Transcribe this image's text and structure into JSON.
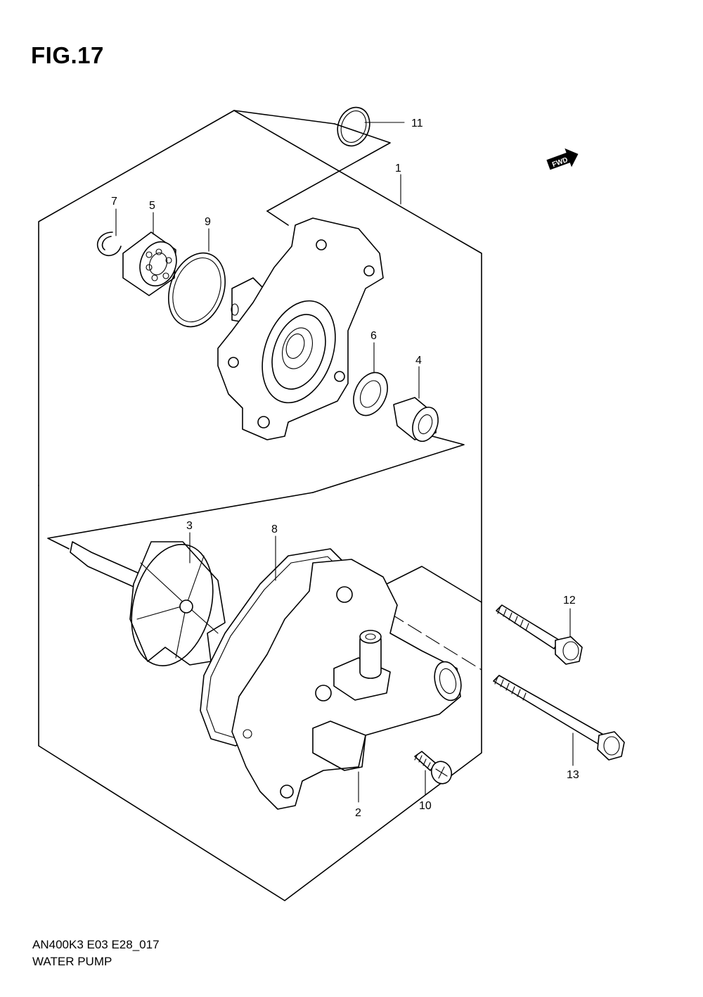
{
  "figure": {
    "title": "FIG.17"
  },
  "footer": {
    "code": "AN400K3  E03  E28_017",
    "name": "WATER PUMP"
  },
  "fwd_label": "FWD",
  "callouts": [
    "1",
    "2",
    "3",
    "4",
    "5",
    "6",
    "7",
    "8",
    "9",
    "10",
    "11",
    "12",
    "13"
  ],
  "parts": [
    {
      "ref": "1",
      "icon": "pump-case-icon"
    },
    {
      "ref": "2",
      "icon": "pump-cover-icon"
    },
    {
      "ref": "3",
      "icon": "impeller-shaft-icon"
    },
    {
      "ref": "4",
      "icon": "mechanical-seal-icon"
    },
    {
      "ref": "5",
      "icon": "bearing-icon"
    },
    {
      "ref": "6",
      "icon": "oil-seal-icon"
    },
    {
      "ref": "7",
      "icon": "circlip-icon"
    },
    {
      "ref": "8",
      "icon": "gasket-icon"
    },
    {
      "ref": "9",
      "icon": "o-ring-icon"
    },
    {
      "ref": "10",
      "icon": "screw-icon"
    },
    {
      "ref": "11",
      "icon": "o-ring-icon"
    },
    {
      "ref": "12",
      "icon": "bolt-icon"
    },
    {
      "ref": "13",
      "icon": "bolt-icon"
    }
  ]
}
